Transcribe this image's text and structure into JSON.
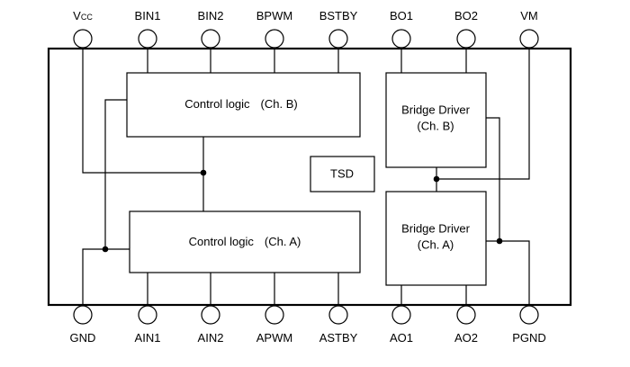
{
  "top_pins": [
    {
      "id": "vcc",
      "label": "V",
      "sub": "CC"
    },
    {
      "id": "bin1",
      "label": "BIN1"
    },
    {
      "id": "bin2",
      "label": "BIN2"
    },
    {
      "id": "bpwm",
      "label": "BPWM"
    },
    {
      "id": "bstby",
      "label": "BSTBY"
    },
    {
      "id": "bo1",
      "label": "BO1"
    },
    {
      "id": "bo2",
      "label": "BO2"
    },
    {
      "id": "vm",
      "label": "VM"
    }
  ],
  "bottom_pins": [
    {
      "id": "gnd",
      "label": "GND"
    },
    {
      "id": "ain1",
      "label": "AIN1"
    },
    {
      "id": "ain2",
      "label": "AIN2"
    },
    {
      "id": "apwm",
      "label": "APWM"
    },
    {
      "id": "astby",
      "label": "ASTBY"
    },
    {
      "id": "ao1",
      "label": "AO1"
    },
    {
      "id": "ao2",
      "label": "AO2"
    },
    {
      "id": "pgnd",
      "label": "PGND"
    }
  ],
  "blocks": {
    "control_b": {
      "line1": "Control logic",
      "line2": "(Ch. B)"
    },
    "control_a": {
      "line1": "Control logic",
      "line2": "(Ch. A)"
    },
    "tsd": {
      "label": "TSD"
    },
    "bridge_b": {
      "line1": "Bridge Driver",
      "line2": "(Ch. B)"
    },
    "bridge_a": {
      "line1": "Bridge Driver",
      "line2": "(Ch. A)"
    }
  }
}
